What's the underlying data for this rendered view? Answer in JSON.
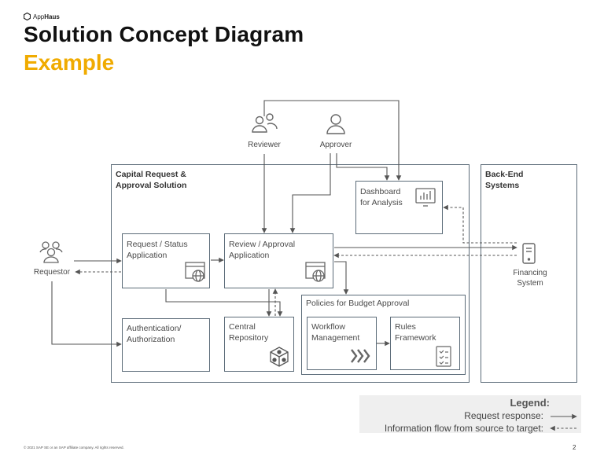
{
  "logo": {
    "prefix": "App",
    "brand": "Haus"
  },
  "title": "Solution Concept Diagram",
  "subtitle": "Example",
  "people": {
    "reviewer": "Reviewer",
    "approver": "Approver",
    "requestor": "Requestor"
  },
  "groups": {
    "solution": "Capital Request & Approval Solution",
    "backend": "Back-End Systems",
    "policies": "Policies for Budget Approval"
  },
  "components": {
    "dashboard": "Dashboard for Analysis",
    "request_status": "Request / Status Application",
    "review_approval": "Review / Approval Application",
    "auth": "Authentication/ Authorization",
    "repository": "Central Repository",
    "workflow": "Workflow Management",
    "rules": "Rules Framework",
    "financing": "Financing System"
  },
  "legend": {
    "title": "Legend:",
    "request_response": "Request response:",
    "info_flow": "Information flow from source to target:"
  },
  "footer": "© 2021 SAP SE or an SAP affiliate company. All rights reserved.",
  "page_number": "2",
  "colors": {
    "accent": "#f0ab00",
    "line": "#5b6b78",
    "text": "#4a4a4a"
  }
}
